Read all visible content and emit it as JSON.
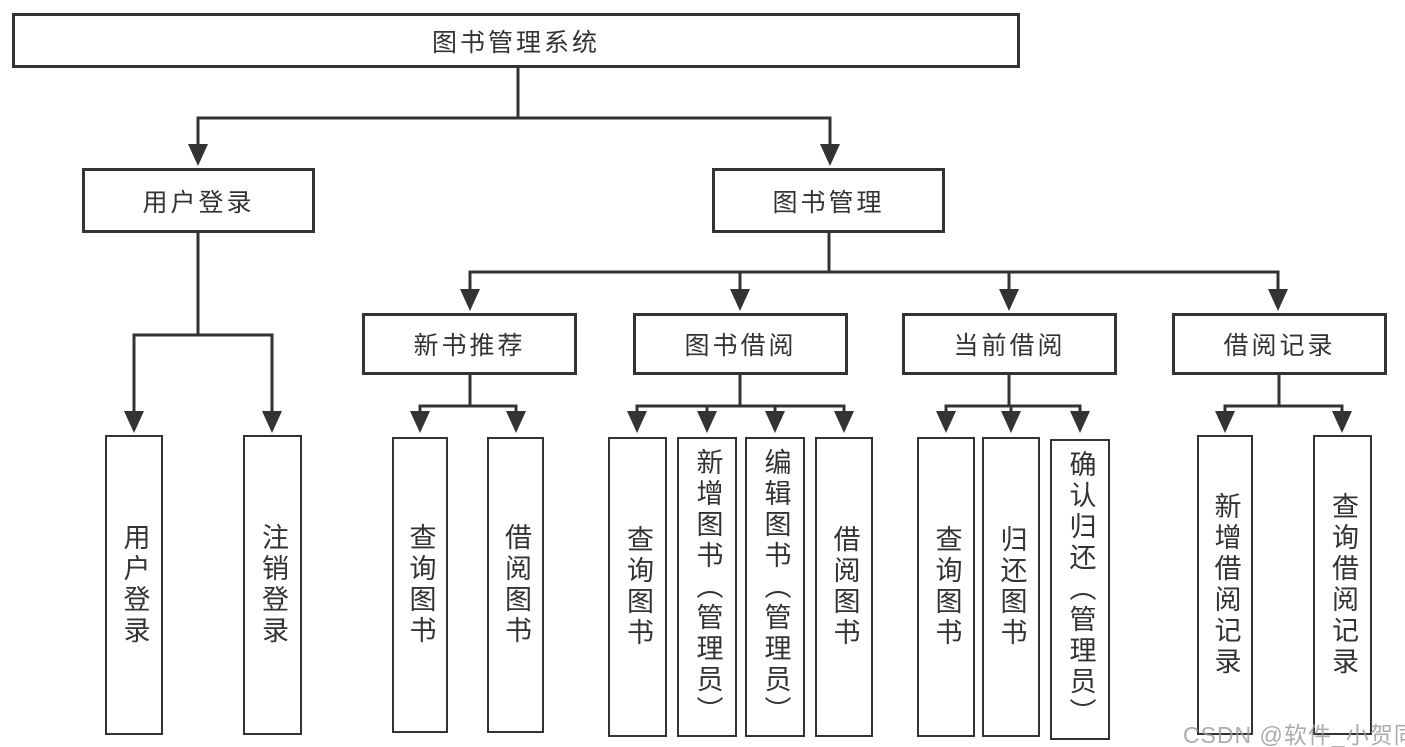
{
  "tree": {
    "root": {
      "label": "图书管理系统",
      "children": [
        {
          "label": "用户登录",
          "children": [
            {
              "label": "用户登录"
            },
            {
              "label": "注销登录"
            }
          ]
        },
        {
          "label": "图书管理",
          "children": [
            {
              "label": "新书推荐",
              "children": [
                {
                  "label": "查询图书"
                },
                {
                  "label": "借阅图书"
                }
              ]
            },
            {
              "label": "图书借阅",
              "children": [
                {
                  "label": "查询图书"
                },
                {
                  "label": "新增图书（管理员）"
                },
                {
                  "label": "编辑图书（管理员）"
                },
                {
                  "label": "借阅图书"
                }
              ]
            },
            {
              "label": "当前借阅",
              "children": [
                {
                  "label": "查询图书"
                },
                {
                  "label": "归还图书"
                },
                {
                  "label": "确认归还（管理员）"
                }
              ]
            },
            {
              "label": "借阅记录",
              "children": [
                {
                  "label": "新增借阅记录"
                },
                {
                  "label": "查询借阅记录"
                }
              ]
            }
          ]
        }
      ]
    }
  },
  "watermark": {
    "text": "CSDN @软件_小贺同学"
  },
  "colors": {
    "line": "#333333",
    "border": "#333333",
    "text": "#333333",
    "background": "#ffffff",
    "watermark": "#9e9e9e"
  }
}
